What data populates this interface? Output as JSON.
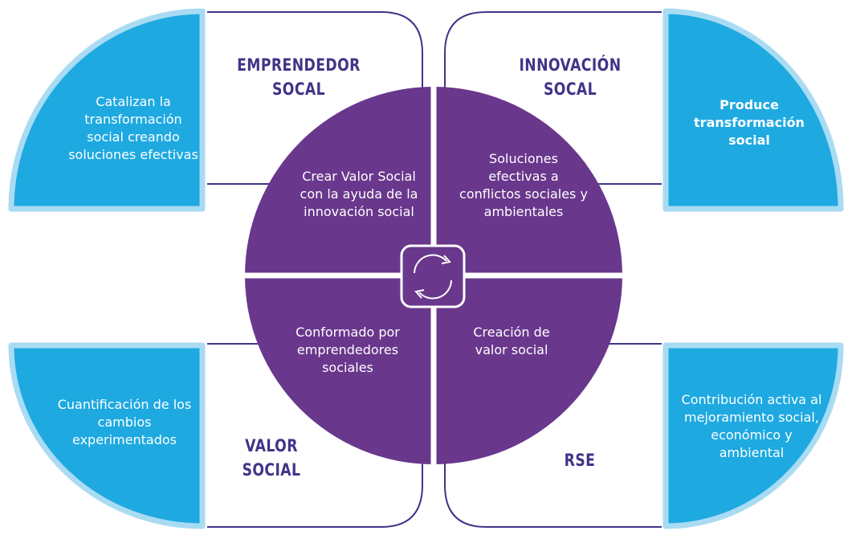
{
  "colors": {
    "purple": "#69378c",
    "tab_blue": "#1ea9e1",
    "tab_border": "#a9dbf3",
    "frame_navy": "#3f3588",
    "white": "#ffffff"
  },
  "center_icon": "cycle-arrows-icon",
  "quadrants": {
    "top_left": {
      "title_line1": "EMPRENDEDOR",
      "title_line2": "SOCAL",
      "tab_text": "Catalizan la transformación social creando soluciones efectivas",
      "circle_text": "Crear Valor Social con la ayuda de la innovación social"
    },
    "top_right": {
      "title_line1": "INNOVACIÓN",
      "title_line2": "SOCAL",
      "tab_text": "Produce transformación social",
      "circle_text": "Soluciones efectivas a conflictos sociales y ambientales"
    },
    "bottom_left": {
      "title_line1": "VALOR",
      "title_line2": "SOCIAL",
      "tab_text": "Cuantificación de los cambios experimentados",
      "circle_text": "Conformado por emprendedores sociales"
    },
    "bottom_right": {
      "title_line1": "RSE",
      "title_line2": "",
      "tab_text": "Contribución activa al mejoramiento social, económico y ambiental",
      "circle_text": "Creación de valor social"
    }
  }
}
